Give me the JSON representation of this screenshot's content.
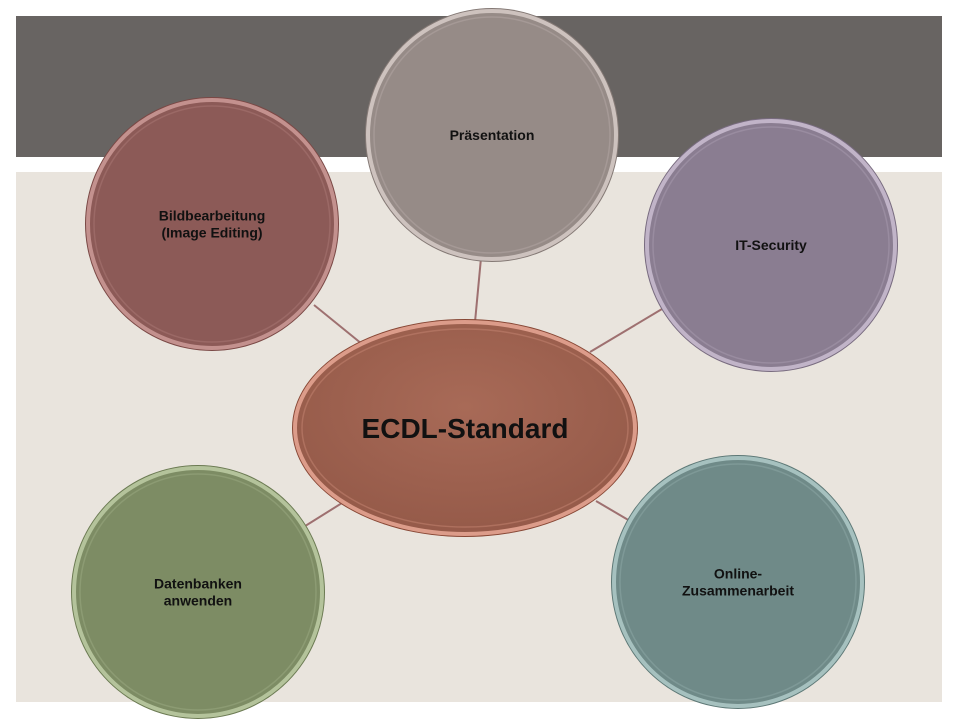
{
  "diagram": {
    "center": {
      "label": "ECDL-Standard",
      "color": "#a0604e"
    },
    "nodes": [
      {
        "id": "praesentation",
        "lines": [
          "Präsentation"
        ],
        "color": "#968b87"
      },
      {
        "id": "bildbearbeitung",
        "lines": [
          "Bildbearbeitung",
          "(Image Editing)"
        ],
        "color": "#8c5a57"
      },
      {
        "id": "it-security",
        "lines": [
          "IT-Security"
        ],
        "color": "#8a7d91"
      },
      {
        "id": "datenbanken",
        "lines": [
          "Datenbanken",
          "anwenden"
        ],
        "color": "#7d8c64"
      },
      {
        "id": "online-zusammenarbeit",
        "lines": [
          "Online-",
          "Zusammenarbeit"
        ],
        "color": "#6f8a88"
      }
    ],
    "connector_color": "#9e7070"
  }
}
